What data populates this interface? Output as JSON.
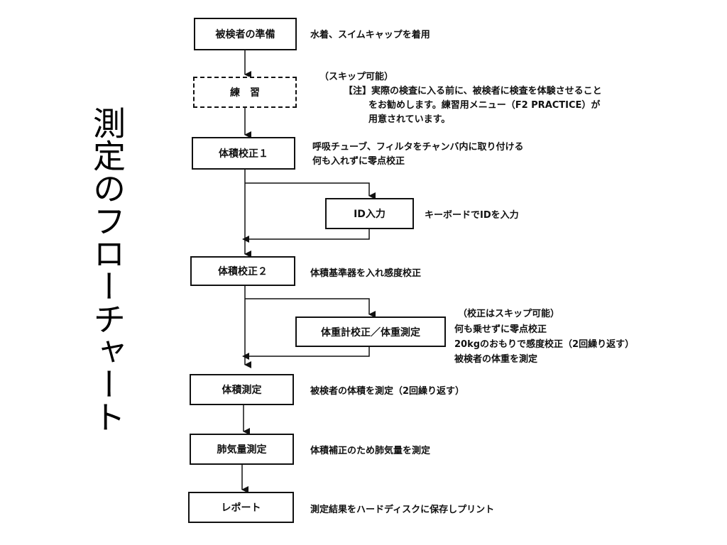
{
  "title": "測定のフローチャート",
  "steps": {
    "prep": {
      "label": "被検者の準備",
      "note": "水着、スイムキャップを着用"
    },
    "practice": {
      "label": "練　習",
      "note_line1": "（スキップ可能）",
      "note_line2": "【注】実際の検査に入る前に、被検者に検査を体験させること",
      "note_line3": "をお勧めします。練習用メニュー（F2 PRACTICE）が",
      "note_line4": "用意されています。"
    },
    "cal1": {
      "label": "体積校正１",
      "note_line1": "呼吸チューブ、フィルタをチャンバ内に取り付ける",
      "note_line2": "何も入れずに零点校正"
    },
    "id": {
      "label": "ID入力",
      "note": "キーボードでIDを入力"
    },
    "cal2": {
      "label": "体積校正２",
      "note": "体積基準器を入れ感度校正"
    },
    "weight": {
      "label": "体重計校正／体重測定",
      "note_line1": "（校正はスキップ可能）",
      "note_line2": "何も乗せずに零点校正",
      "note_line3": "20kgのおもりで感度校正（2回繰り返す）",
      "note_line4": "被検者の体重を測定"
    },
    "volume": {
      "label": "体積測定",
      "note": "被検者の体積を測定（2回繰り返す）"
    },
    "lung": {
      "label": "肺気量測定",
      "note": "体積補正のため肺気量を測定"
    },
    "report": {
      "label": "レポート",
      "note": "測定結果をハードディスクに保存しプリント"
    }
  }
}
